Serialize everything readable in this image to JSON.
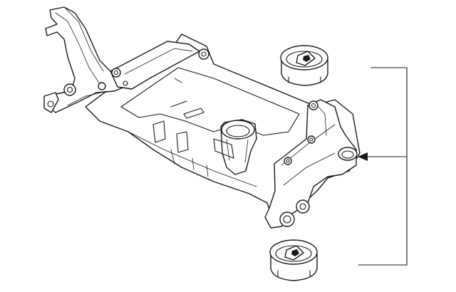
{
  "diagram": {
    "parts": [
      {
        "name": "front-subframe"
      },
      {
        "name": "upper-bushing"
      },
      {
        "name": "lower-bushing"
      }
    ],
    "callout": {
      "style": "bracket-with-arrow",
      "points_to": "rear-left-mount"
    },
    "colors": {
      "line": "#1a1a1a",
      "background": "#ffffff"
    }
  }
}
